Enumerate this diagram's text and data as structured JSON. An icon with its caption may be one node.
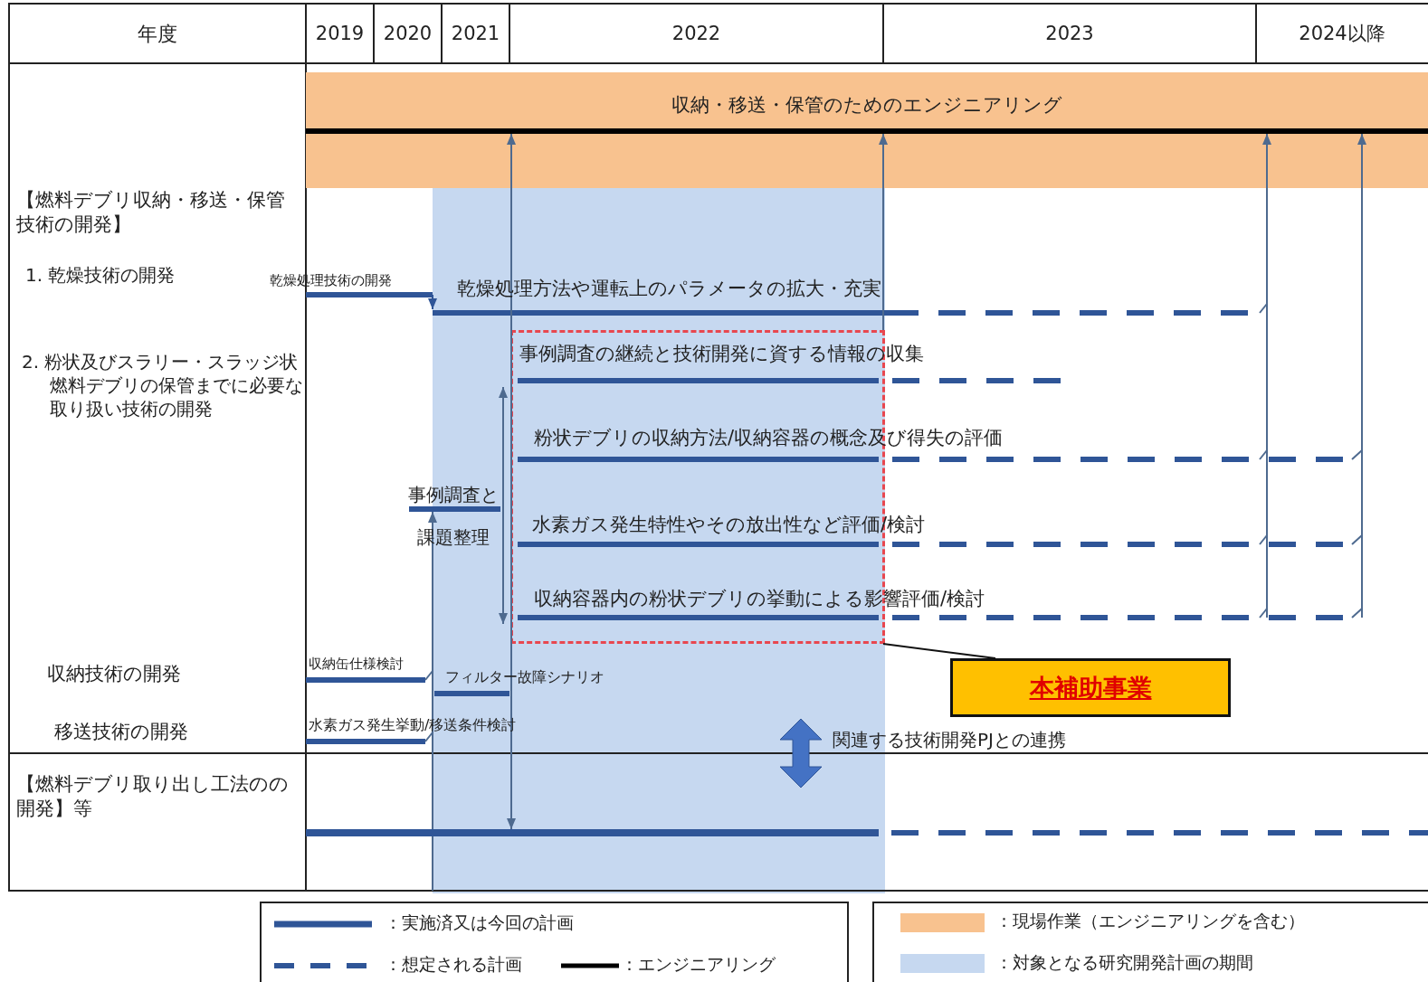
{
  "diagram": {
    "nodes": [
      {
        "text": [
          "収納・移送・保管のためのエンジニアリング"
        ]
      },
      {
        "text": [],
        "shape": "bar",
        "in": 0
      },
      {
        "text": [],
        "shape": "box"
      },
      {
        "text": [
          "本補助事業"
        ]
      },
      {
        "text": [],
        "shape": "bar"
      }
    ],
    "edges": [
      {
        "from": 3,
        "to": 2,
        "arrow": "none",
        "color": "#111111"
      },
      {
        "from": 1,
        "to": 4,
        "arrow": "both"
      },
      {
        "from": 2,
        "to": 1,
        "arrow": "to"
      },
      {
        "from": null,
        "to": 1,
        "arrow": "to"
      },
      {
        "from": null,
        "to": 1,
        "arrow": "to"
      }
    ],
    "labels": [
      "年度",
      "2019",
      "2020",
      "2021",
      "2022",
      "2023",
      "2024以降",
      "【燃料デブリ収納・移送・保管技術の開発】",
      "1. 乾燥技術の開発",
      "乾燥処理技術の開発",
      "乾燥処理方法や運転上のパラメータの拡大・充実",
      "2. 粉状及びスラリー・スラッジ状燃料デブリの保管までに必要な取り扱い技術の開発",
      "事例調査の継続と技術開発に資する情報の収集",
      "粉状デブリの収納方法/収納容器の概念及び得失の評価",
      "事例調査と課題整理",
      "水素ガス発生特性やその放出性など評価/検討",
      "収納容器内の粉状デブリの挙動による影響評価/検討",
      "収納技術の開発",
      "収納缶仕様検討",
      "フィルター故障シナリオ",
      "移送技術の開発",
      "水素ガス発生挙動/移送条件検討",
      "関連する技術開発PJとの連携",
      "【燃料デブリ取り出し工法のの開発】等"
    ],
    "legend": [
      {
        "text": "：実施済又は今回の計画"
      },
      {
        "text": "：想定される計画"
      },
      {
        "text": "：エンジニアリング"
      },
      {
        "text": "：現場作業（エンジニアリングを含む）",
        "color": "#f8c28f"
      },
      {
        "text": "：対象となる研究開発計画の期間",
        "color": "#c6d8f0"
      }
    ]
  }
}
